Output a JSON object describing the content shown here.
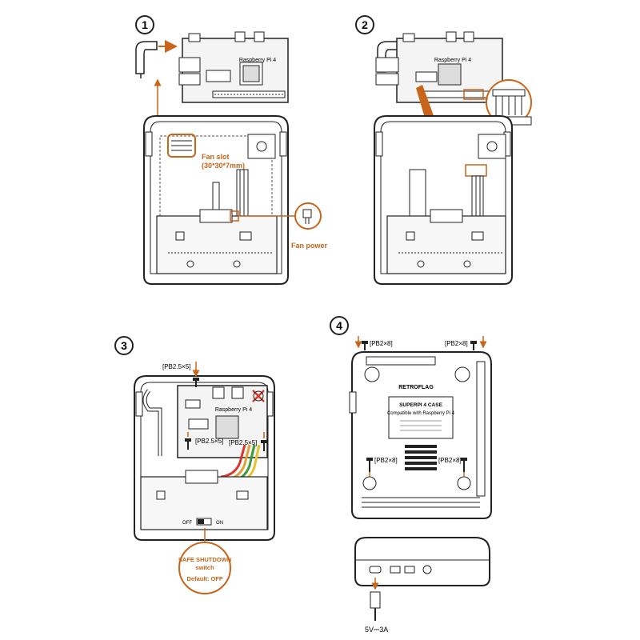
{
  "steps": {
    "step1": {
      "number": "1",
      "board_label": "Raspberry Pi 4",
      "fan_slot_line1": "Fan slot",
      "fan_slot_line2": "(30*30*7mm)",
      "fan_power": "Fan power"
    },
    "step2": {
      "number": "2",
      "board_label": "Raspberry Pi 4"
    },
    "step3": {
      "number": "3",
      "board_label": "Raspberry Pi 4",
      "screw_top": "[PB2.5×5]",
      "screw_mid_left": "[PB2.5×5]",
      "screw_mid_right": "[PB2.5×5]",
      "switch_off": "OFF",
      "switch_on": "ON",
      "safe_line1": "SAFE SHUTDOWN",
      "safe_line2": "switch",
      "safe_line3": "Default: OFF"
    },
    "step4": {
      "number": "4",
      "screw_tl": "[PB2×8]",
      "screw_tr": "[PB2×8]",
      "screw_bl": "[PB2×8]",
      "screw_br": "[PB2×8]",
      "brand": "RETROFLAG",
      "model": "SUPERPI 4 CASE",
      "compat": "Compatible with Raspberry Pi 4",
      "power_spec": "5V⎓3A"
    }
  },
  "colors": {
    "accent": "#c8651b",
    "line": "#222222"
  },
  "icons": [
    "screw-icon",
    "cross-mark-icon",
    "arrow-icon",
    "usb-c-plug-icon"
  ]
}
